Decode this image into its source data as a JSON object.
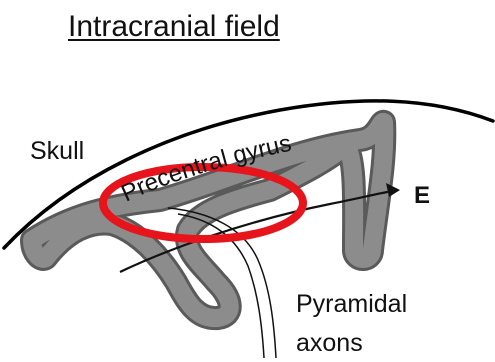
{
  "diagram": {
    "title": "Intracranial field",
    "labels": {
      "skull": "Skull",
      "precentral_gyrus": "Precentral gyrus",
      "electrode": "E",
      "pyramidal": "Pyramidal",
      "axons": "axons"
    },
    "colors": {
      "cortex_fill": "#8c8c8c",
      "cortex_edge": "#5a5a5a",
      "skull_line": "#000000",
      "highlight_ring": "#e8141b",
      "text": "#111111"
    }
  }
}
